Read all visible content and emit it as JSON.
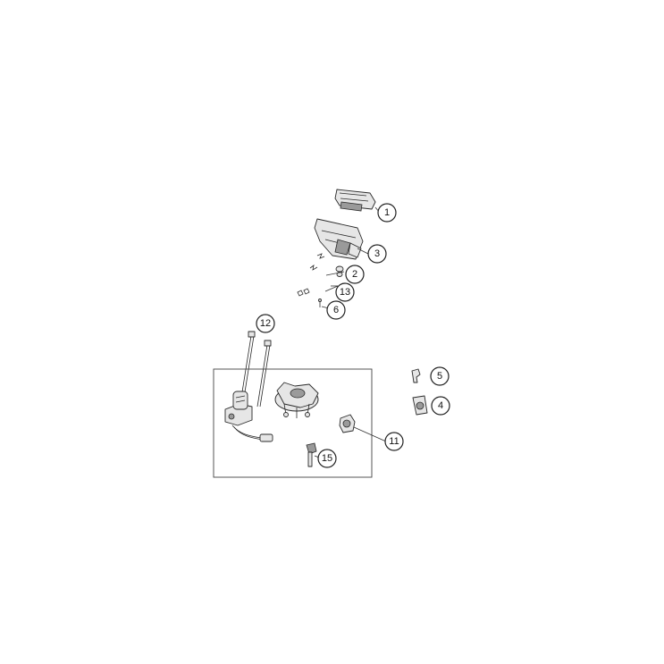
{
  "callouts": {
    "c1": "1",
    "c2": "2",
    "c3": "3",
    "c4": "4",
    "c5": "5",
    "c6": "6",
    "c11": "11",
    "c12": "12",
    "c13": "13",
    "c15": "15"
  }
}
